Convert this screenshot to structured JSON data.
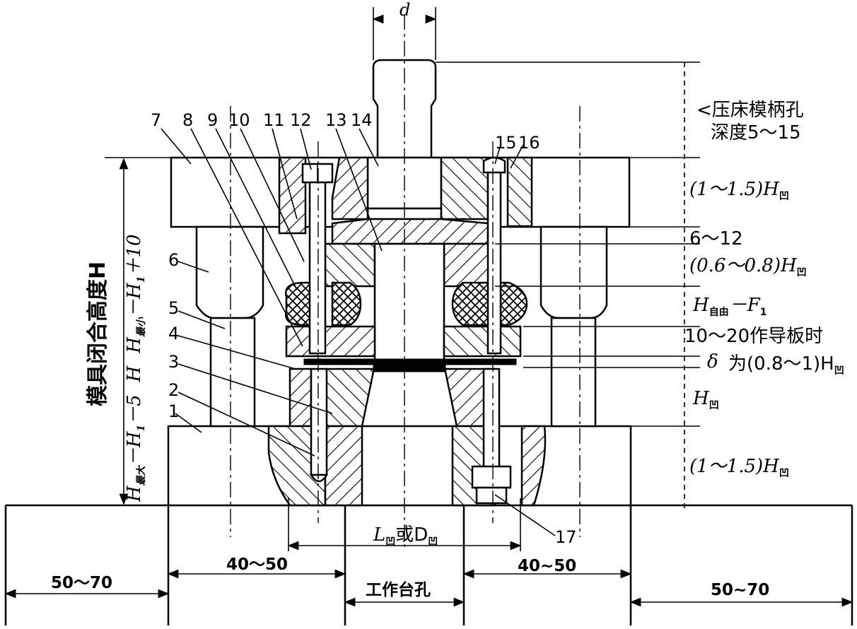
{
  "top_dim": {
    "d": "d"
  },
  "part_numbers": [
    "1",
    "2",
    "3",
    "4",
    "5",
    "6",
    "7",
    "8",
    "9",
    "10",
    "11",
    "12",
    "13",
    "14",
    "15",
    "16",
    "17"
  ],
  "right_notes": {
    "shank_depth_line1": "<压床模柄孔",
    "shank_depth_line2": "深度5～15",
    "upper_plate_thickness": "(1～1.5)H",
    "upper_plate_sub": "凹",
    "gap_6_12": "6～12",
    "punch_plate": "(0.6～0.8)H",
    "punch_plate_sub": "凹",
    "free_height": "H",
    "free_height_sub": "自由",
    "free_height_tail": "－F",
    "free_height_tail_sub": "1",
    "guide_plate_line1": "10～20作导板时",
    "delta": "δ",
    "guide_plate_line2": "为(0.8～1)H",
    "guide_plate_sub": "凹",
    "die_height": "H",
    "die_height_sub": "凹",
    "lower_plate_thickness": "(1～1.5)H",
    "lower_plate_sub": "凹"
  },
  "left_notes": {
    "closed_height": "模具闭合高度H",
    "h_formula_lower": "H",
    "h_formula_lower_sub": "最大",
    "h_formula_lower_tail": "－H",
    "h_formula_lower_tail_sub": "1",
    "h_formula_lower_end": "－5",
    "h_mid": "H",
    "h_formula_upper": "H",
    "h_formula_upper_sub": "最小",
    "h_formula_upper_tail": "－H",
    "h_formula_upper_tail_sub": "1",
    "h_formula_upper_end": "＋10"
  },
  "bottom_dims": {
    "die_size": "L",
    "die_size_sub": "凹",
    "die_size_or": "或D",
    "die_size_sub2": "凹",
    "left_margin_inner": "40～50",
    "right_margin_inner": "40~50",
    "left_margin_outer": "50～70",
    "right_margin_outer": "50~70",
    "table_hole": "工作台孔"
  }
}
